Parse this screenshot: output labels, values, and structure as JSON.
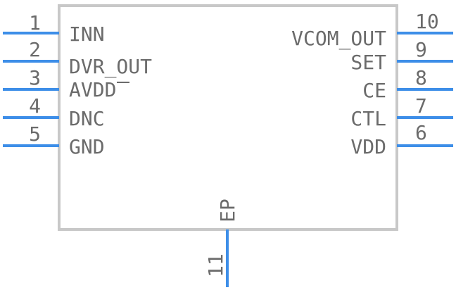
{
  "component": {
    "colors": {
      "body_outline": "#c8c8c8",
      "pin": "#3d8ee8",
      "text": "#6b6b6b",
      "background": "#ffffff"
    },
    "left_pins": [
      {
        "number": "1",
        "name": "INN"
      },
      {
        "number": "2",
        "name": "DVR_OUT"
      },
      {
        "number": "3",
        "name": "AVDD",
        "overbar": "D"
      },
      {
        "number": "4",
        "name": "DNC"
      },
      {
        "number": "5",
        "name": "GND"
      }
    ],
    "right_pins": [
      {
        "number": "10",
        "name": "VCOM_OUT"
      },
      {
        "number": "9",
        "name": "SET"
      },
      {
        "number": "8",
        "name": "CE"
      },
      {
        "number": "7",
        "name": "CTL"
      },
      {
        "number": "6",
        "name": "VDD"
      }
    ],
    "bottom_pin": {
      "number": "11",
      "name": "EP"
    }
  }
}
